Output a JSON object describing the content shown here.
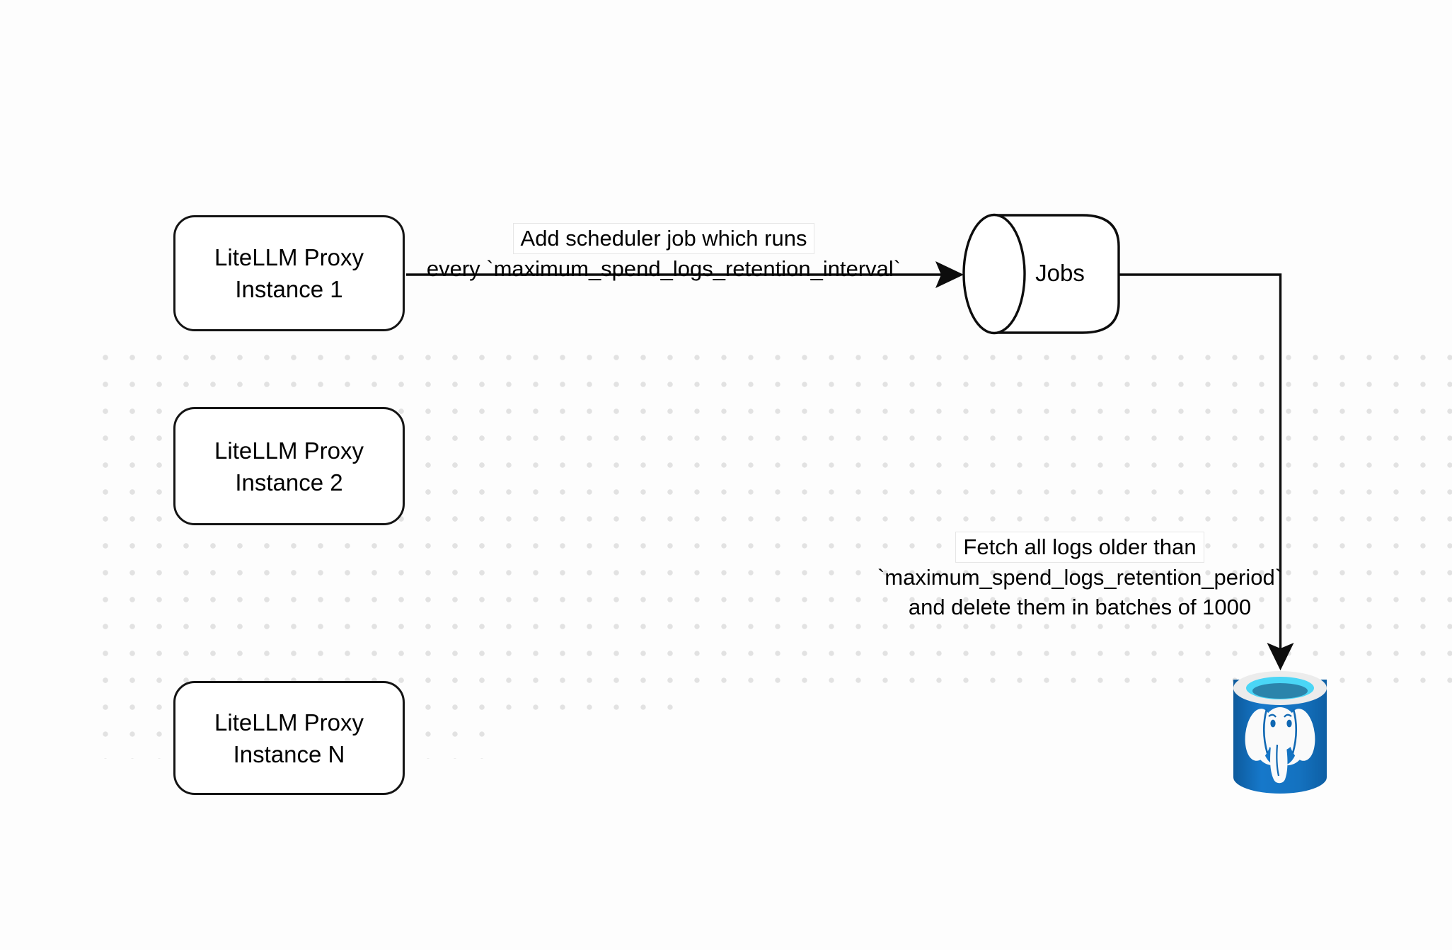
{
  "canvas": {
    "background_color": "#fdfdfd",
    "dot_color": "#e2e2e2",
    "stroke_color": "#0d0d0d"
  },
  "nodes": {
    "proxy1": {
      "line1": "LiteLLM Proxy",
      "line2": "Instance 1"
    },
    "proxy2": {
      "line1": "LiteLLM Proxy",
      "line2": "Instance 2"
    },
    "proxyN": {
      "line1": "LiteLLM Proxy",
      "line2": "Instance N"
    },
    "jobs": {
      "label": "Jobs"
    },
    "postgres": {
      "icon": "postgresql-database-icon",
      "body_color": "#1271bf",
      "rim_color": "#ececec",
      "water_top_color": "#4ad6f6",
      "water_color": "#2b84ab"
    }
  },
  "edges": {
    "add_scheduler": {
      "line1": "Add scheduler job which runs",
      "line2": "every `maximum_spend_logs_retention_interval`"
    },
    "fetch_logs": {
      "line1": "Fetch all logs older than",
      "line2": "`maximum_spend_logs_retention_period`",
      "line3": "and delete them in batches of 1000"
    }
  }
}
